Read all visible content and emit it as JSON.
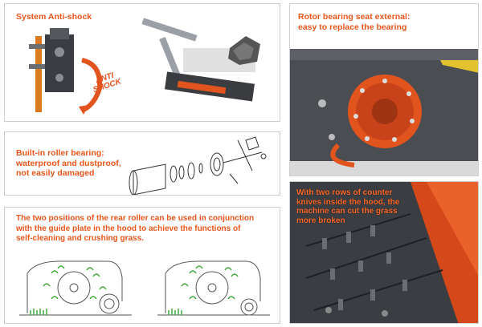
{
  "panels": {
    "anti_shock": {
      "title": "System Anti-shock",
      "badge_line1": "ANTI",
      "badge_line2": "SHOCK"
    },
    "rotor_bearing": {
      "title_line1": "Rotor bearing seat external:",
      "title_line2": "easy to replace the bearing"
    },
    "roller_bearing": {
      "title_line1": "Built-in roller bearing:",
      "title_line2": "waterproof and dustproof,",
      "title_line3": "not easily damaged"
    },
    "rear_roller": {
      "text_line1": "The two positions of the rear roller can be used in conjunction",
      "text_line2": "with the guide plate in the hood to achieve the functions of",
      "text_line3": "self-cleaning and crushing grass."
    },
    "knives": {
      "text_line1": "With two rows of counter",
      "text_line2": "knives inside the hood, the",
      "text_line3": "machine can cut the grass",
      "text_line4": "more broken"
    }
  },
  "colors": {
    "accent": "#e8561c",
    "machine_gray": "#4a4d52",
    "roller_orange": "#e2541e",
    "grass_green": "#3faa3a"
  }
}
